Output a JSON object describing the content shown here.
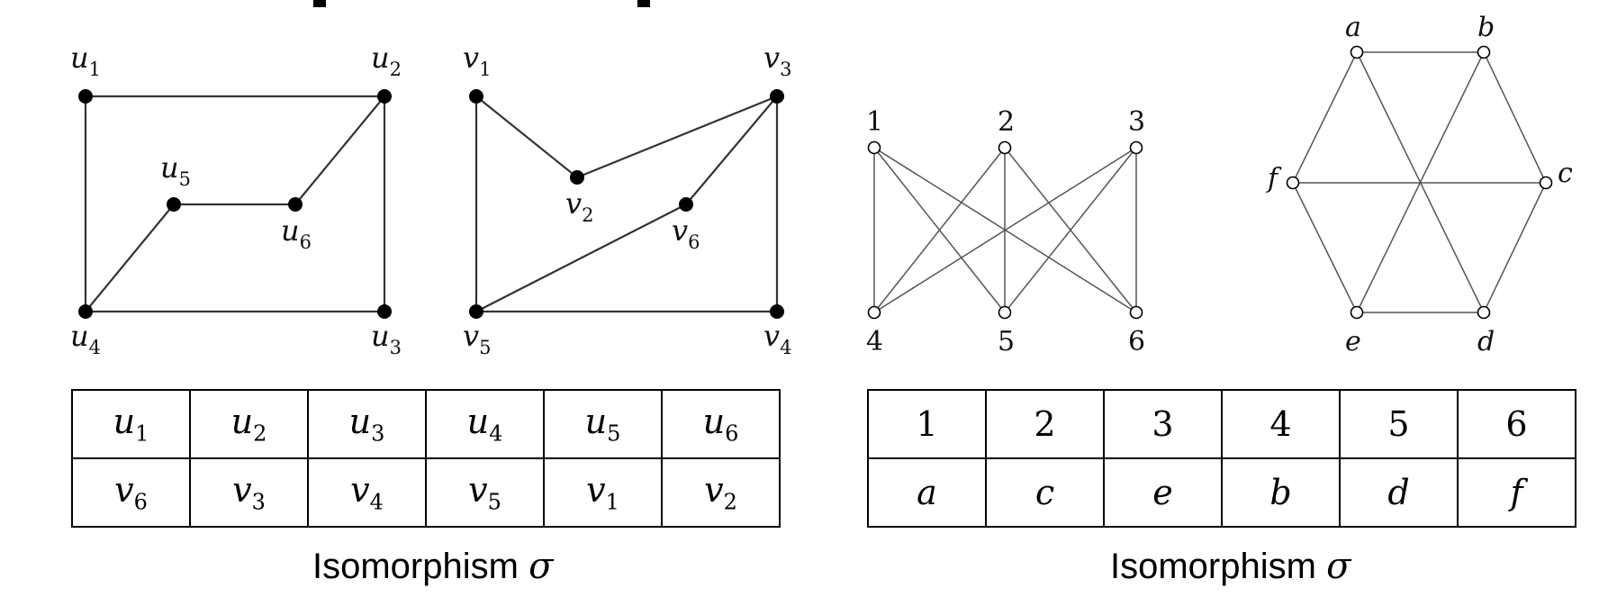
{
  "graph_g": {
    "vertices": [
      {
        "id": "u1",
        "base": "u",
        "sub": "1"
      },
      {
        "id": "u2",
        "base": "u",
        "sub": "2"
      },
      {
        "id": "u3",
        "base": "u",
        "sub": "3"
      },
      {
        "id": "u4",
        "base": "u",
        "sub": "4"
      },
      {
        "id": "u5",
        "base": "u",
        "sub": "5"
      },
      {
        "id": "u6",
        "base": "u",
        "sub": "6"
      }
    ],
    "edges": [
      [
        "u1",
        "u2"
      ],
      [
        "u1",
        "u4"
      ],
      [
        "u2",
        "u3"
      ],
      [
        "u3",
        "u4"
      ],
      [
        "u4",
        "u5"
      ],
      [
        "u5",
        "u6"
      ],
      [
        "u6",
        "u2"
      ]
    ]
  },
  "graph_h": {
    "vertices": [
      {
        "id": "v1",
        "base": "v",
        "sub": "1"
      },
      {
        "id": "v2",
        "base": "v",
        "sub": "2"
      },
      {
        "id": "v3",
        "base": "v",
        "sub": "3"
      },
      {
        "id": "v4",
        "base": "v",
        "sub": "4"
      },
      {
        "id": "v5",
        "base": "v",
        "sub": "5"
      },
      {
        "id": "v6",
        "base": "v",
        "sub": "6"
      }
    ],
    "edges": [
      [
        "v1",
        "v5"
      ],
      [
        "v1",
        "v2"
      ],
      [
        "v2",
        "v3"
      ],
      [
        "v3",
        "v4"
      ],
      [
        "v3",
        "v6"
      ],
      [
        "v4",
        "v5"
      ],
      [
        "v5",
        "v6"
      ]
    ]
  },
  "graph_k33": {
    "vertices": [
      {
        "id": "1",
        "label": "1"
      },
      {
        "id": "2",
        "label": "2"
      },
      {
        "id": "3",
        "label": "3"
      },
      {
        "id": "4",
        "label": "4"
      },
      {
        "id": "5",
        "label": "5"
      },
      {
        "id": "6",
        "label": "6"
      }
    ],
    "edges": [
      [
        "1",
        "4"
      ],
      [
        "1",
        "5"
      ],
      [
        "1",
        "6"
      ],
      [
        "2",
        "4"
      ],
      [
        "2",
        "5"
      ],
      [
        "2",
        "6"
      ],
      [
        "3",
        "4"
      ],
      [
        "3",
        "5"
      ],
      [
        "3",
        "6"
      ]
    ]
  },
  "graph_hex": {
    "vertices": [
      {
        "id": "a",
        "label": "a"
      },
      {
        "id": "b",
        "label": "b"
      },
      {
        "id": "c",
        "label": "c"
      },
      {
        "id": "d",
        "label": "d"
      },
      {
        "id": "e",
        "label": "e"
      },
      {
        "id": "f",
        "label": "f"
      }
    ],
    "edges": [
      [
        "a",
        "b"
      ],
      [
        "b",
        "c"
      ],
      [
        "c",
        "d"
      ],
      [
        "d",
        "e"
      ],
      [
        "e",
        "f"
      ],
      [
        "f",
        "a"
      ],
      [
        "a",
        "d"
      ],
      [
        "b",
        "e"
      ],
      [
        "c",
        "f"
      ]
    ]
  },
  "table_left": {
    "top": [
      {
        "base": "u",
        "sub": "1"
      },
      {
        "base": "u",
        "sub": "2"
      },
      {
        "base": "u",
        "sub": "3"
      },
      {
        "base": "u",
        "sub": "4"
      },
      {
        "base": "u",
        "sub": "5"
      },
      {
        "base": "u",
        "sub": "6"
      }
    ],
    "bottom": [
      {
        "base": "v",
        "sub": "6"
      },
      {
        "base": "v",
        "sub": "3"
      },
      {
        "base": "v",
        "sub": "4"
      },
      {
        "base": "v",
        "sub": "5"
      },
      {
        "base": "v",
        "sub": "1"
      },
      {
        "base": "v",
        "sub": "2"
      }
    ]
  },
  "table_right": {
    "top": [
      "1",
      "2",
      "3",
      "4",
      "5",
      "6"
    ],
    "bottom": [
      "a",
      "c",
      "e",
      "b",
      "d",
      "f"
    ]
  },
  "caption_left": {
    "text": "Isomorphism ",
    "symbol": "σ"
  },
  "caption_right": {
    "text": "Isomorphism ",
    "symbol": "σ"
  }
}
